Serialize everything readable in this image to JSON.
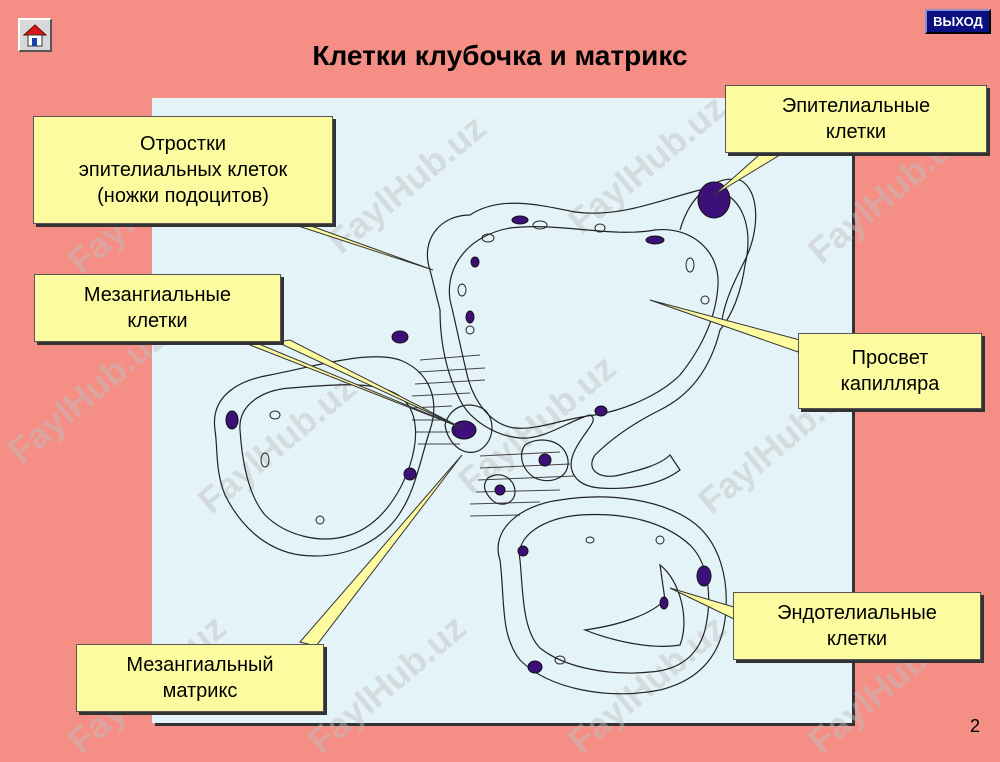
{
  "title": "Клетки клубочка и матрикс",
  "exit_label": "ВЫХОД",
  "page_number": "2",
  "watermark": "FaylHub.uz",
  "labels": {
    "podocyte_processes": [
      "Отростки",
      "эпителиальных клеток",
      "(ножки подоцитов)"
    ],
    "epithelial": [
      "Эпителиальные",
      "клетки"
    ],
    "mesangial_cells": [
      "Мезангиальные",
      "клетки"
    ],
    "capillary_lumen": [
      "Просвет",
      "капилляра"
    ],
    "endothelial": [
      "Эндотелиальные",
      "клетки"
    ],
    "mesangial_matrix": [
      "Мезангиальный",
      "матрикс"
    ]
  },
  "icons": {
    "home": "home-icon"
  },
  "colors": {
    "background": "#f58e84",
    "panel": "#e4f3f8",
    "label_fill": "#fdfba0",
    "nucleus": "#3c1078"
  }
}
